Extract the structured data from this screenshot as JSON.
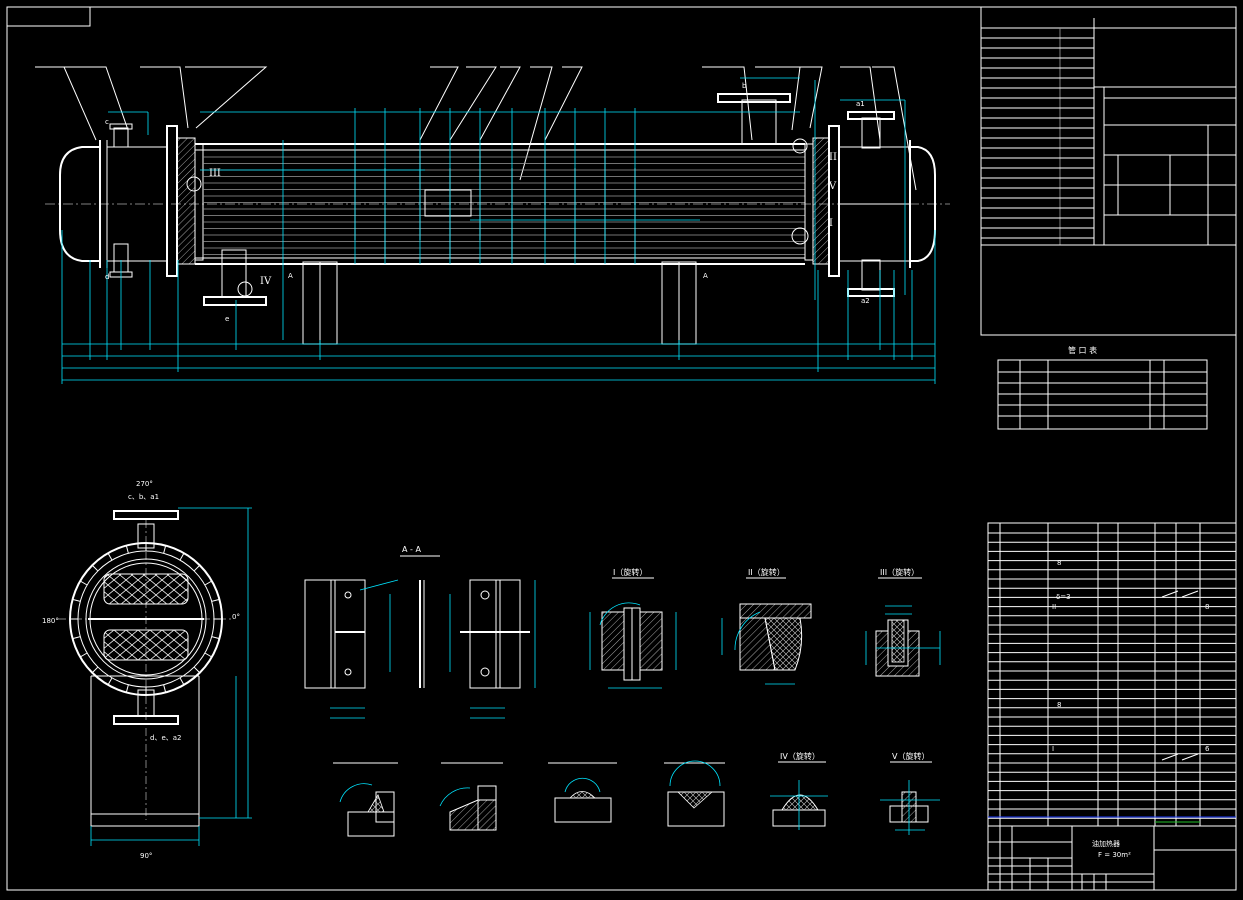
{
  "drawing": {
    "nozzle_table_title": "管 口 表",
    "equipment_name": "油加热器",
    "equipment_spec": "F = 30m²"
  },
  "main_view": {
    "nozzle_labels": [
      "c",
      "d",
      "e",
      "b",
      "a1",
      "a2"
    ],
    "detail_markers": [
      "III",
      "IV",
      "II",
      "V",
      "I"
    ],
    "section_marker": "A"
  },
  "end_view": {
    "angle_top": "270°",
    "angle_left": "180°",
    "angle_right": "0°",
    "angle_bottom": "90°",
    "nozzles_top": "c、b、a1",
    "nozzles_bottom": "d、e、a2"
  },
  "section": {
    "title": "A - A"
  },
  "details": [
    {
      "title": "I（旋转）"
    },
    {
      "title": "II（旋转）"
    },
    {
      "title": "III（旋转）"
    },
    {
      "title": "IV（旋转）"
    },
    {
      "title": "V（旋转）"
    }
  ],
  "parts_list": {
    "marks": [
      "8",
      "δ=3",
      "II",
      "8",
      "I"
    ],
    "side_marks": [
      "8",
      "6"
    ]
  },
  "colors": {
    "background": "#000000",
    "outline": "#ffffff",
    "dimension": "#00e5ff"
  }
}
